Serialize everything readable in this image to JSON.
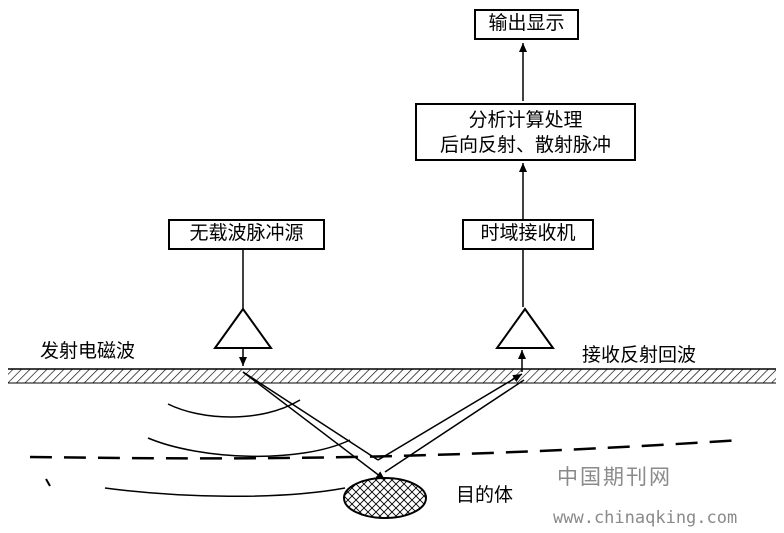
{
  "boxes": {
    "output": "输出显示",
    "analysis_line1": "分析计算处理",
    "analysis_line2": "后向反射、散射脉冲",
    "receiver": "时域接收机",
    "source": "无载波脉冲源"
  },
  "labels": {
    "transmit": "发射电磁波",
    "receive": "接收反射回波",
    "target": "目的体"
  },
  "watermark": {
    "name": "中国期刊网",
    "url": "www.chinaqking.com"
  }
}
